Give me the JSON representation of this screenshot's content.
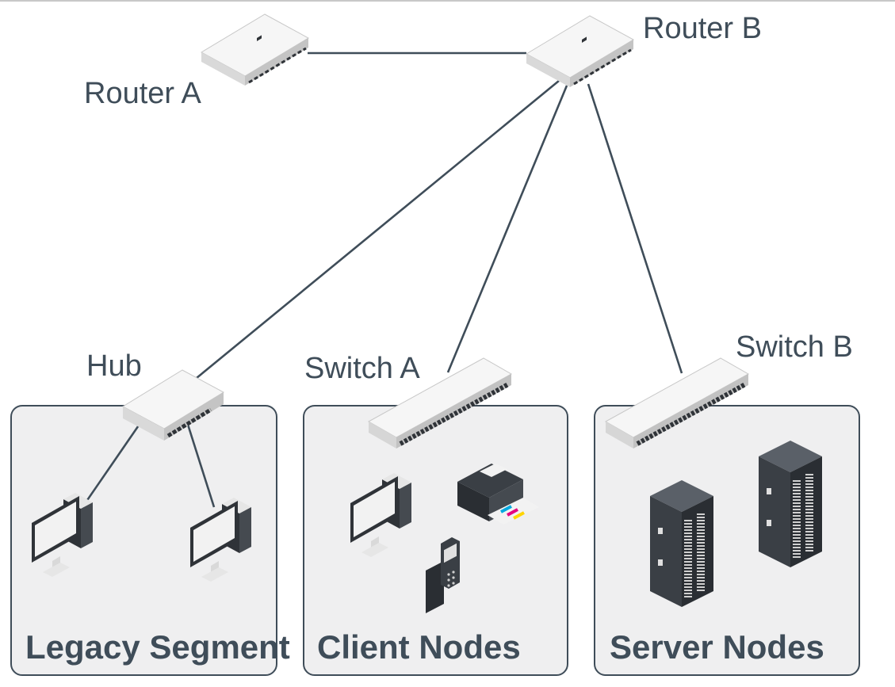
{
  "nodes": {
    "router_a": "Router A",
    "router_b": "Router B",
    "hub": "Hub",
    "switch_a": "Switch A",
    "switch_b": "Switch B"
  },
  "groups": {
    "legacy": "Legacy Segment",
    "client": "Client Nodes",
    "server": "Server Nodes"
  },
  "colors": {
    "line": "#3f4d59",
    "group_fill": "#efeff0",
    "device_light": "#f2f2f2",
    "device_dark": "#2f3338"
  },
  "links": [
    [
      "router_a",
      "router_b"
    ],
    [
      "router_b",
      "hub"
    ],
    [
      "router_b",
      "switch_a"
    ],
    [
      "router_b",
      "switch_b"
    ],
    [
      "hub",
      "legacy_pc_1"
    ],
    [
      "hub",
      "legacy_pc_2"
    ]
  ]
}
